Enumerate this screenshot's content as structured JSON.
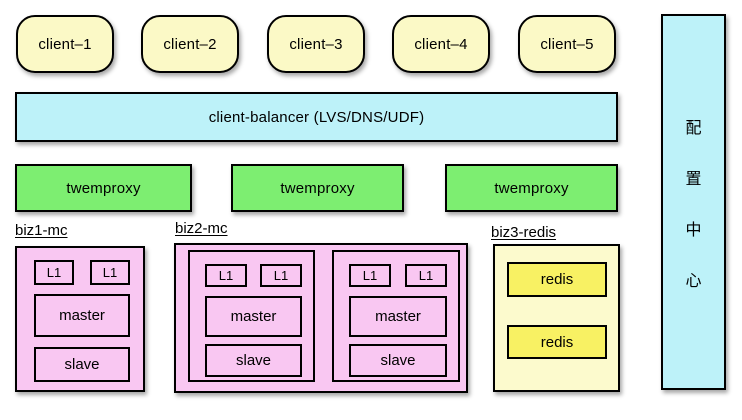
{
  "diagram": {
    "clients": [
      {
        "label": "client–1"
      },
      {
        "label": "client–2"
      },
      {
        "label": "client–3"
      },
      {
        "label": "client–4"
      },
      {
        "label": "client–5"
      }
    ],
    "balancer": {
      "label": "client-balancer (LVS/DNS/UDF)"
    },
    "proxies": [
      {
        "label": "twemproxy"
      },
      {
        "label": "twemproxy"
      },
      {
        "label": "twemproxy"
      }
    ],
    "clusters": {
      "biz1": {
        "title": "biz1-mc",
        "l1": [
          "L1",
          "L1"
        ],
        "master": "master",
        "slave": "slave"
      },
      "biz2": {
        "title": "biz2-mc",
        "shards": [
          {
            "l1": [
              "L1",
              "L1"
            ],
            "master": "master",
            "slave": "slave"
          },
          {
            "l1": [
              "L1",
              "L1"
            ],
            "master": "master",
            "slave": "slave"
          }
        ]
      },
      "biz3": {
        "title": "biz3-redis",
        "nodes": [
          {
            "label": "redis"
          },
          {
            "label": "redis"
          }
        ]
      }
    },
    "config_center": {
      "label": "配置中心",
      "chars": [
        "配",
        "置",
        "中",
        "心"
      ]
    },
    "colors": {
      "client_fill": "#fbf9c6",
      "balancer_fill": "#bdf2f9",
      "proxy_fill": "#7dee71",
      "mc_fill": "#f9c7f2",
      "redis_outer_fill": "#fcfacd",
      "redis_fill": "#f8f163",
      "border": "#000000"
    }
  }
}
